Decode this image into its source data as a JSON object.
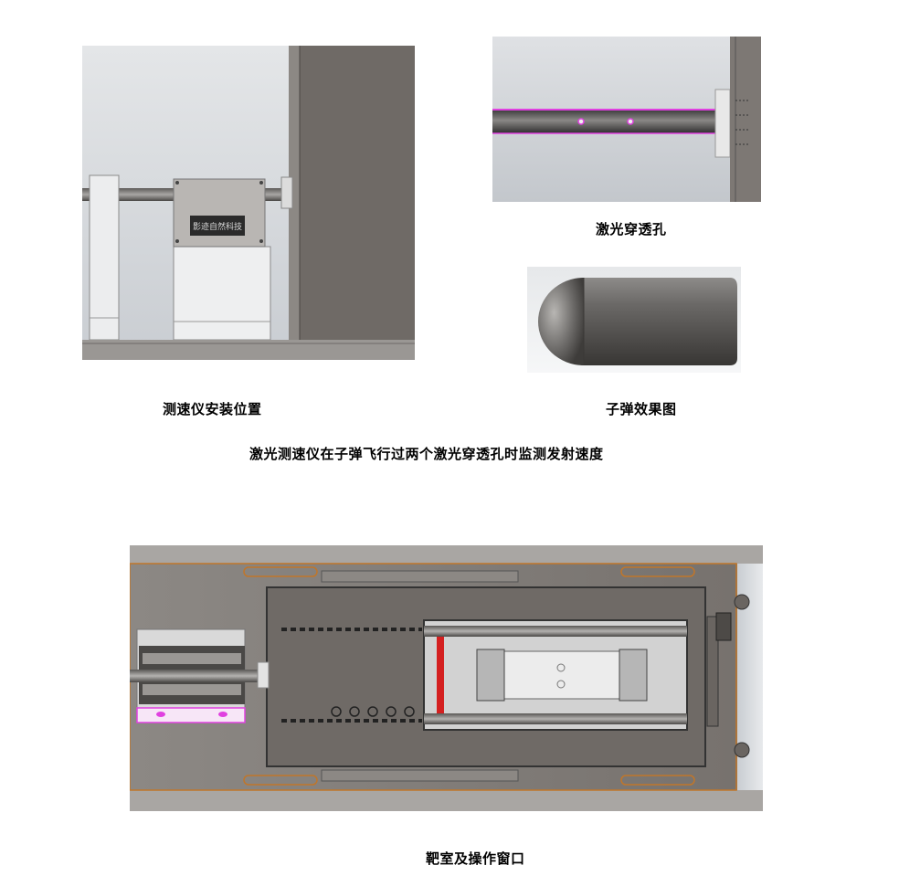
{
  "figures": {
    "speedometer": {
      "caption": "测速仪安装位置",
      "device_label": "影迹自然科技"
    },
    "laser_hole": {
      "caption": "激光穿透孔"
    },
    "bullet": {
      "caption": "子弹效果图"
    },
    "target_chamber": {
      "caption": "靶室及操作窗口"
    }
  },
  "description": "激光测速仪在子弹飞行过两个激光穿透孔时监测发射速度",
  "colors": {
    "panel_gray": "#6f6a66",
    "rail_gray": "#8c8884",
    "highlight_magenta": "#e040e0",
    "accent_orange": "#c0762a",
    "red_marker": "#d42020"
  }
}
